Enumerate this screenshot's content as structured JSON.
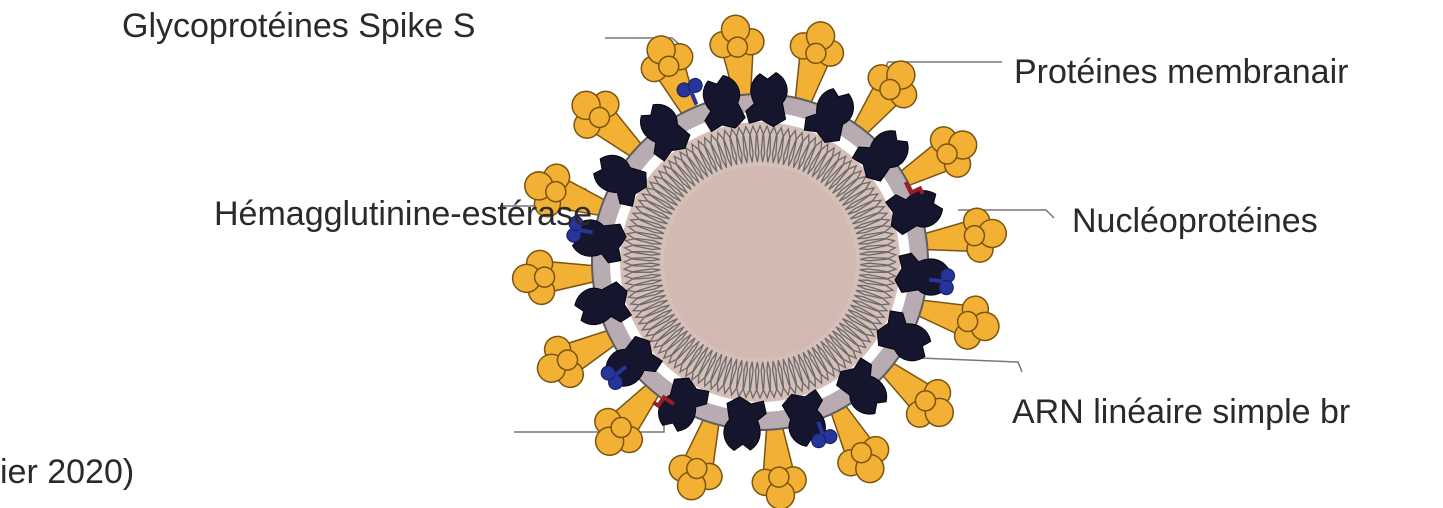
{
  "labels": {
    "spike": "Glycoprotéines Spike S",
    "membrane": "Protéines membranair",
    "hemagglutinin": "Hémagglutinine-estérase",
    "nucleoprotein": "Nucléoprotéines",
    "rna": "ARN linéaire simple br",
    "date": "ier 2020)"
  },
  "colors": {
    "spike": "#f2b134",
    "spike_stroke": "#7a5410",
    "membrane_protein": "#15152e",
    "hemagglutinin": "#27349a",
    "envelope": "#b9abb2",
    "envelope_stroke": "#5e5e5e",
    "interior": "#d6bfb8",
    "rna_coil": "#6b6b6b",
    "e_protein": "#9a1d2a",
    "leader": "#777777"
  }
}
